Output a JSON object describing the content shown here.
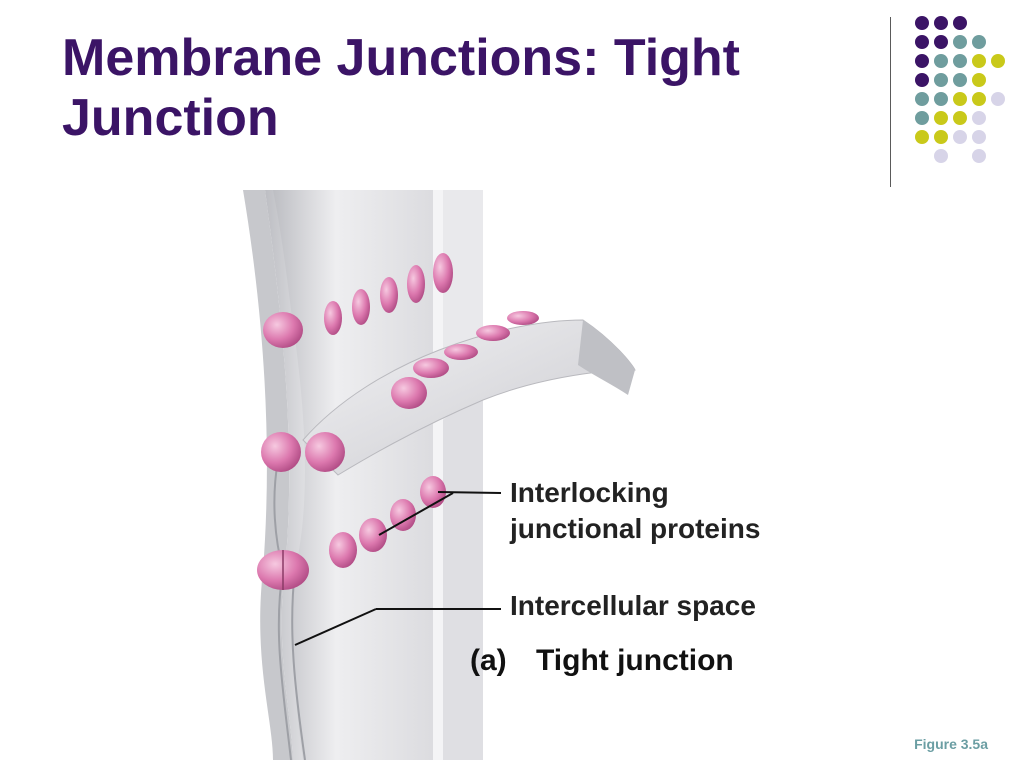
{
  "slide": {
    "title": "Membrane Junctions: Tight Junction",
    "figure_ref": "Figure 3.5a"
  },
  "figure": {
    "label_proteins_line1": "Interlocking",
    "label_proteins_line2": "junctional proteins",
    "label_space": "Intercellular space",
    "caption_letter": "(a)",
    "caption_text": "Tight junction"
  },
  "theme": {
    "title_color": "#3b1466",
    "dot_colors": [
      "#3b1466",
      "#6f9d9e",
      "#c9c91a",
      "#d7d4e8"
    ],
    "protein_color": "#d970a8",
    "membrane_color": "#e6e6e8"
  }
}
